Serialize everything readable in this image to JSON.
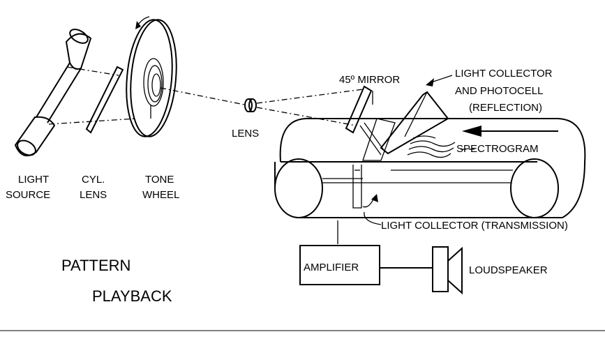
{
  "labels": {
    "light_source_line1": "LIGHT",
    "light_source_line2": "SOURCE",
    "cyl_lens_line1": "CYL.",
    "cyl_lens_line2": "LENS",
    "tone_wheel_line1": "TONE",
    "tone_wheel_line2": "WHEEL",
    "lens": "LENS",
    "mirror": "45º MIRROR",
    "collector_reflection_line1": "LIGHT COLLECTOR",
    "collector_reflection_line2": "AND PHOTOCELL",
    "collector_reflection_line3": "(REFLECTION)",
    "spectrogram": "SPECTROGRAM",
    "collector_transmission": "LIGHT COLLECTOR (TRANSMISSION)",
    "amplifier": "AMPLIFIER",
    "loudspeaker": "LOUDSPEAKER",
    "title_line1": "PATTERN",
    "title_line2": "PLAYBACK"
  },
  "colors": {
    "ink": "#000000",
    "background": "#ffffff"
  }
}
